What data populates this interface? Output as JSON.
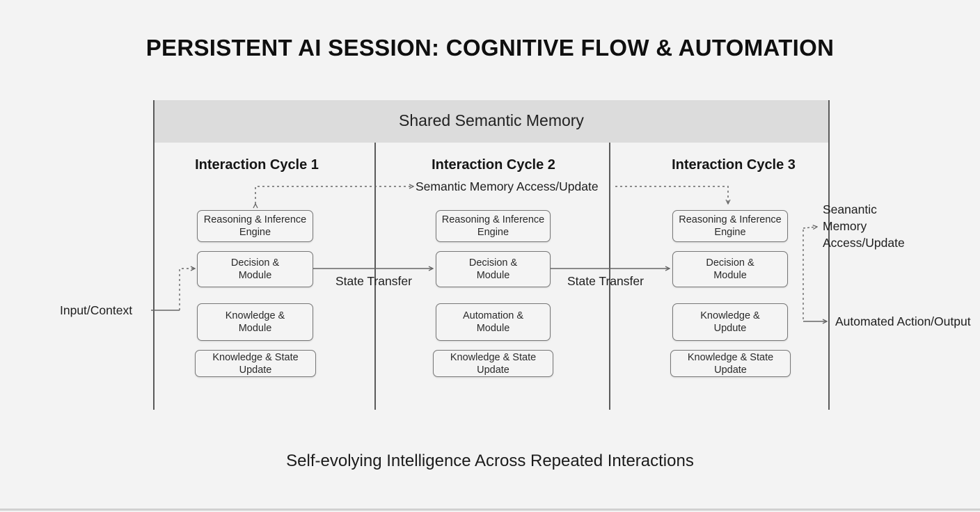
{
  "title": "PERSISTENT AI SESSION: COGNITIVE FLOW & AUTOMATION",
  "memory_band": "Shared Semantic Memory",
  "cycles": [
    {
      "title": "Interaction Cycle 1",
      "boxes": [
        "Reasoning & Inference\nEngine",
        "Decision &\nModule",
        "Knowledge &\nModule",
        "Knowledge & State Update"
      ]
    },
    {
      "title": "Interaction Cycle 2",
      "boxes": [
        "Reasoning & Inference\nEngine",
        "Decision &\nModule",
        "Automation &\nModule",
        "Knowledge & State Update"
      ]
    },
    {
      "title": "Interaction Cycle 3",
      "boxes": [
        "Reasoning & Inference\nEngine",
        "Decision &\nModule",
        "Knowledge &\nUpdute",
        "Knowledge & State Update"
      ]
    }
  ],
  "memory_access_label": "Semantic Memory Access/Update",
  "state_transfer_labels": [
    "State Transfer",
    "State Transfer"
  ],
  "input_label": "Input/Context",
  "side_memory_label": "Seanantic\nMemory\nAccess/Update",
  "output_label": "Automated Action/Output",
  "subtitle": "Self-evolying Intelligence Across Repeated Interactions"
}
